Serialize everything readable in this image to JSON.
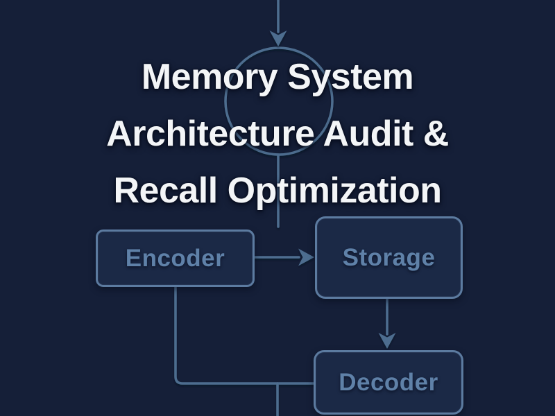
{
  "title": {
    "lines": [
      "Memory System",
      "Architecture Audit &",
      "Recall Optimization"
    ]
  },
  "diagram": {
    "nodes": [
      {
        "id": "encoder",
        "label": "Encoder"
      },
      {
        "id": "storage",
        "label": "Storage"
      },
      {
        "id": "decoder",
        "label": "Decoder"
      }
    ],
    "edges": [
      {
        "from": "offscreen-top",
        "to": "circle-junction",
        "arrow": true
      },
      {
        "from": "circle-junction",
        "to": "mid-segment",
        "arrow": false
      },
      {
        "from": "encoder",
        "to": "storage",
        "arrow": true
      },
      {
        "from": "storage",
        "to": "decoder",
        "arrow": true
      },
      {
        "from": "encoder",
        "to": "decoder",
        "arrow": false
      },
      {
        "from": "decoder-connector",
        "to": "offscreen-bottom",
        "arrow": false
      }
    ],
    "shapes": [
      {
        "id": "circle-junction",
        "type": "circle",
        "filled": false
      }
    ]
  },
  "colors": {
    "background": "#151f38",
    "line": "#4e6d8f",
    "node_border": "#5c7ba0",
    "node_fill": "#1b2946",
    "node_label": "#5f81a8",
    "title_text": "#f3f5f7"
  }
}
